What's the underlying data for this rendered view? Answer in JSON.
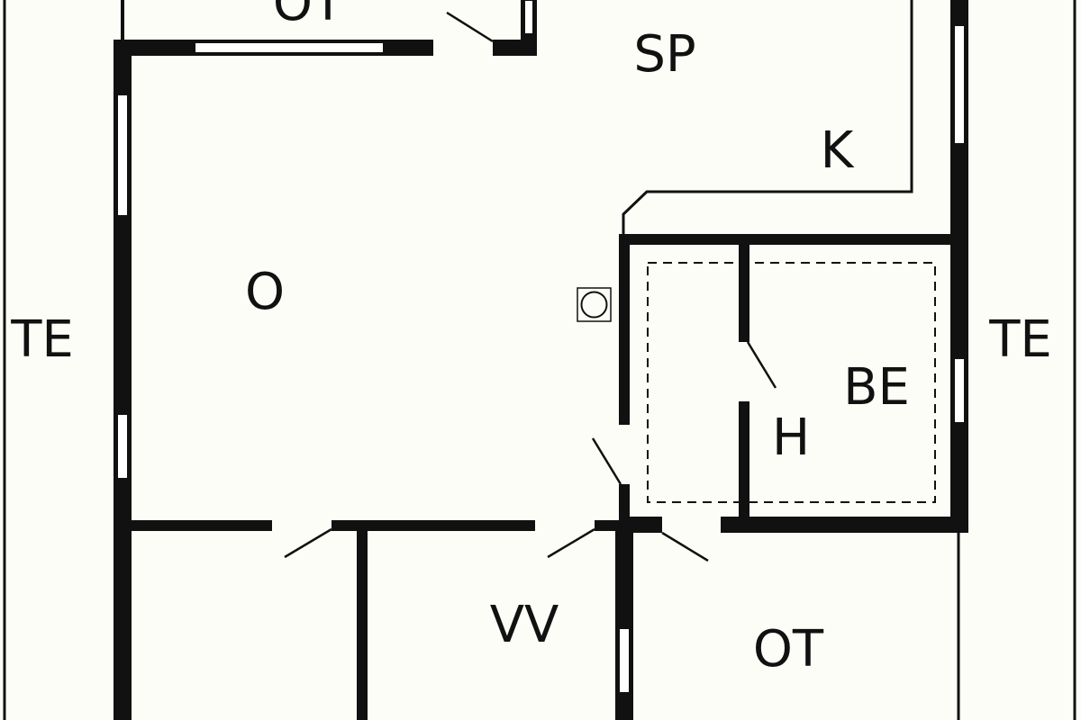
{
  "floorplan": {
    "background": "#fdfdf7",
    "wall_color": "#111111",
    "rooms": {
      "ot_top": "OT",
      "sp": "SP",
      "k": "K",
      "o": "O",
      "te_left": "TE",
      "te_right": "TE",
      "be": "BE",
      "h": "H",
      "vv": "VV",
      "ot_bottom": "OT"
    },
    "symbols": [
      "fireplace-icon"
    ]
  }
}
